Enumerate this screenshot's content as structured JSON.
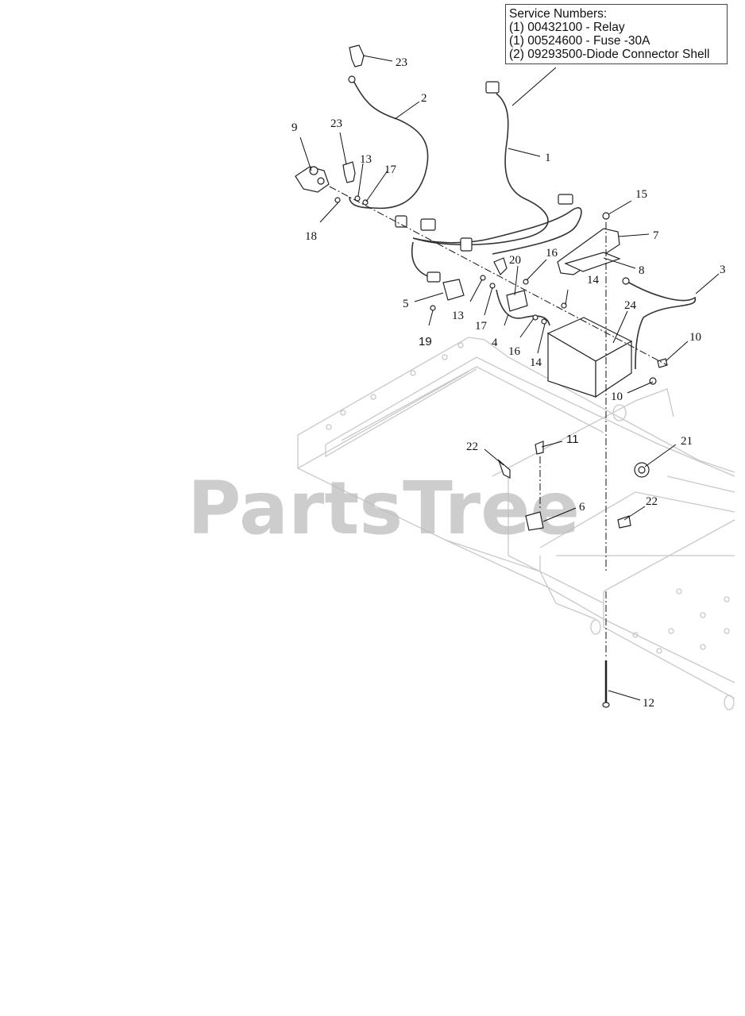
{
  "service_box": {
    "heading": "Service Numbers:",
    "lines": [
      "(1) 00432100 - Relay",
      "(1) 00524600 - Fuse -30A",
      "(2) 09293500-Diode Connector Shell"
    ]
  },
  "watermark": "PartsTree",
  "callouts": {
    "c1": "1",
    "c2": "2",
    "c3": "3",
    "c4": "4",
    "c5": "5",
    "c6": "6",
    "c7": "7",
    "c8": "8",
    "c9": "9",
    "c10a": "10",
    "c10b": "10",
    "c11": "11",
    "c12": "12",
    "c13a": "13",
    "c13b": "13",
    "c14a": "14",
    "c14b": "14",
    "c15": "15",
    "c16a": "16",
    "c16b": "16",
    "c17a": "17",
    "c17b": "17",
    "c18": "18",
    "c19": "19",
    "c20": "20",
    "c21": "21",
    "c22a": "22",
    "c22b": "22",
    "c23a": "23",
    "c23b": "23",
    "c24": "24"
  }
}
